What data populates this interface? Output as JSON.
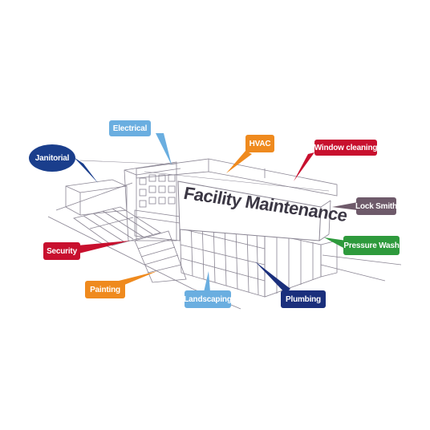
{
  "sign": {
    "text": "Facility Maintenance"
  },
  "callouts": {
    "janitorial": {
      "label": "Janitorial",
      "color": "#1a3e8c"
    },
    "electrical": {
      "label": "Electrical",
      "color": "#6aaee0"
    },
    "hvac": {
      "label": "HVAC",
      "color": "#ef8a1e"
    },
    "window_cleaning": {
      "label": "Window cleaning",
      "color": "#c8102e"
    },
    "lock_smith": {
      "label": "Lock Smith",
      "color": "#6e5a6a"
    },
    "pressure_wash": {
      "label": "Pressure Wash",
      "color": "#2e9a3c"
    },
    "plumbing": {
      "label": "Plumbing",
      "color": "#1a2f7c"
    },
    "landscaping": {
      "label": "Landscaping",
      "color": "#6aaee0"
    },
    "painting": {
      "label": "Painting",
      "color": "#ef8a1e"
    },
    "security": {
      "label": "Security",
      "color": "#c8102e"
    }
  },
  "building_line_color": "#8a8593"
}
